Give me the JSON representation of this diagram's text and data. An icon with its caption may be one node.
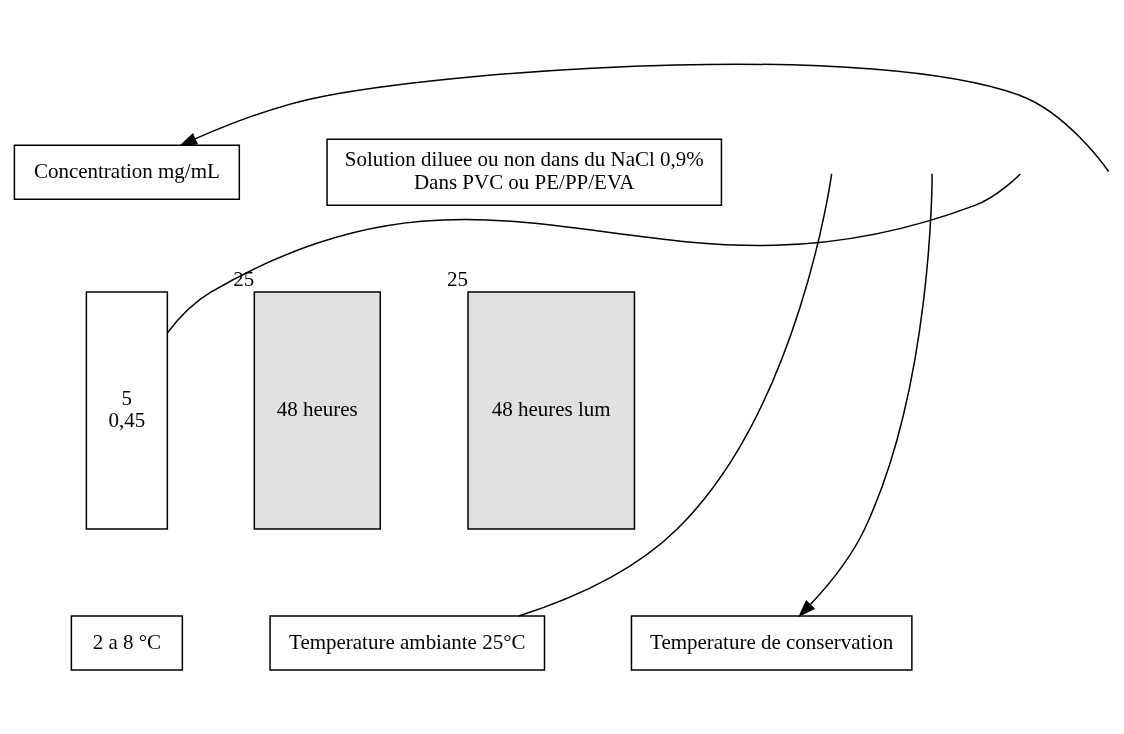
{
  "diagram": {
    "nodes": [
      {
        "text": [
          "Concentration mg/mL"
        ]
      },
      {
        "text": [
          "Solution diluee ou non dans du NaCl 0,9%",
          "Dans PVC ou PE/PP/EVA"
        ]
      },
      {
        "text": [
          "5",
          "0,45"
        ]
      },
      {
        "text": [
          "48 heures"
        ],
        "beside": [
          "25"
        ]
      },
      {
        "text": [
          "48 heures lum"
        ],
        "beside": [
          "25"
        ]
      },
      {
        "text": [
          "2 a 8 °C"
        ]
      },
      {
        "text": [
          "Temperature ambiante 25°C"
        ]
      },
      {
        "text": [
          "Temperature de conservation"
        ]
      }
    ],
    "edges": [
      {
        "from": null,
        "to": 0,
        "arrow": "to"
      },
      {
        "from": 2,
        "to": null,
        "arrow": "none"
      },
      {
        "from": 6,
        "to": null,
        "arrow": "none"
      },
      {
        "from": null,
        "to": 7,
        "arrow": "to"
      }
    ]
  }
}
